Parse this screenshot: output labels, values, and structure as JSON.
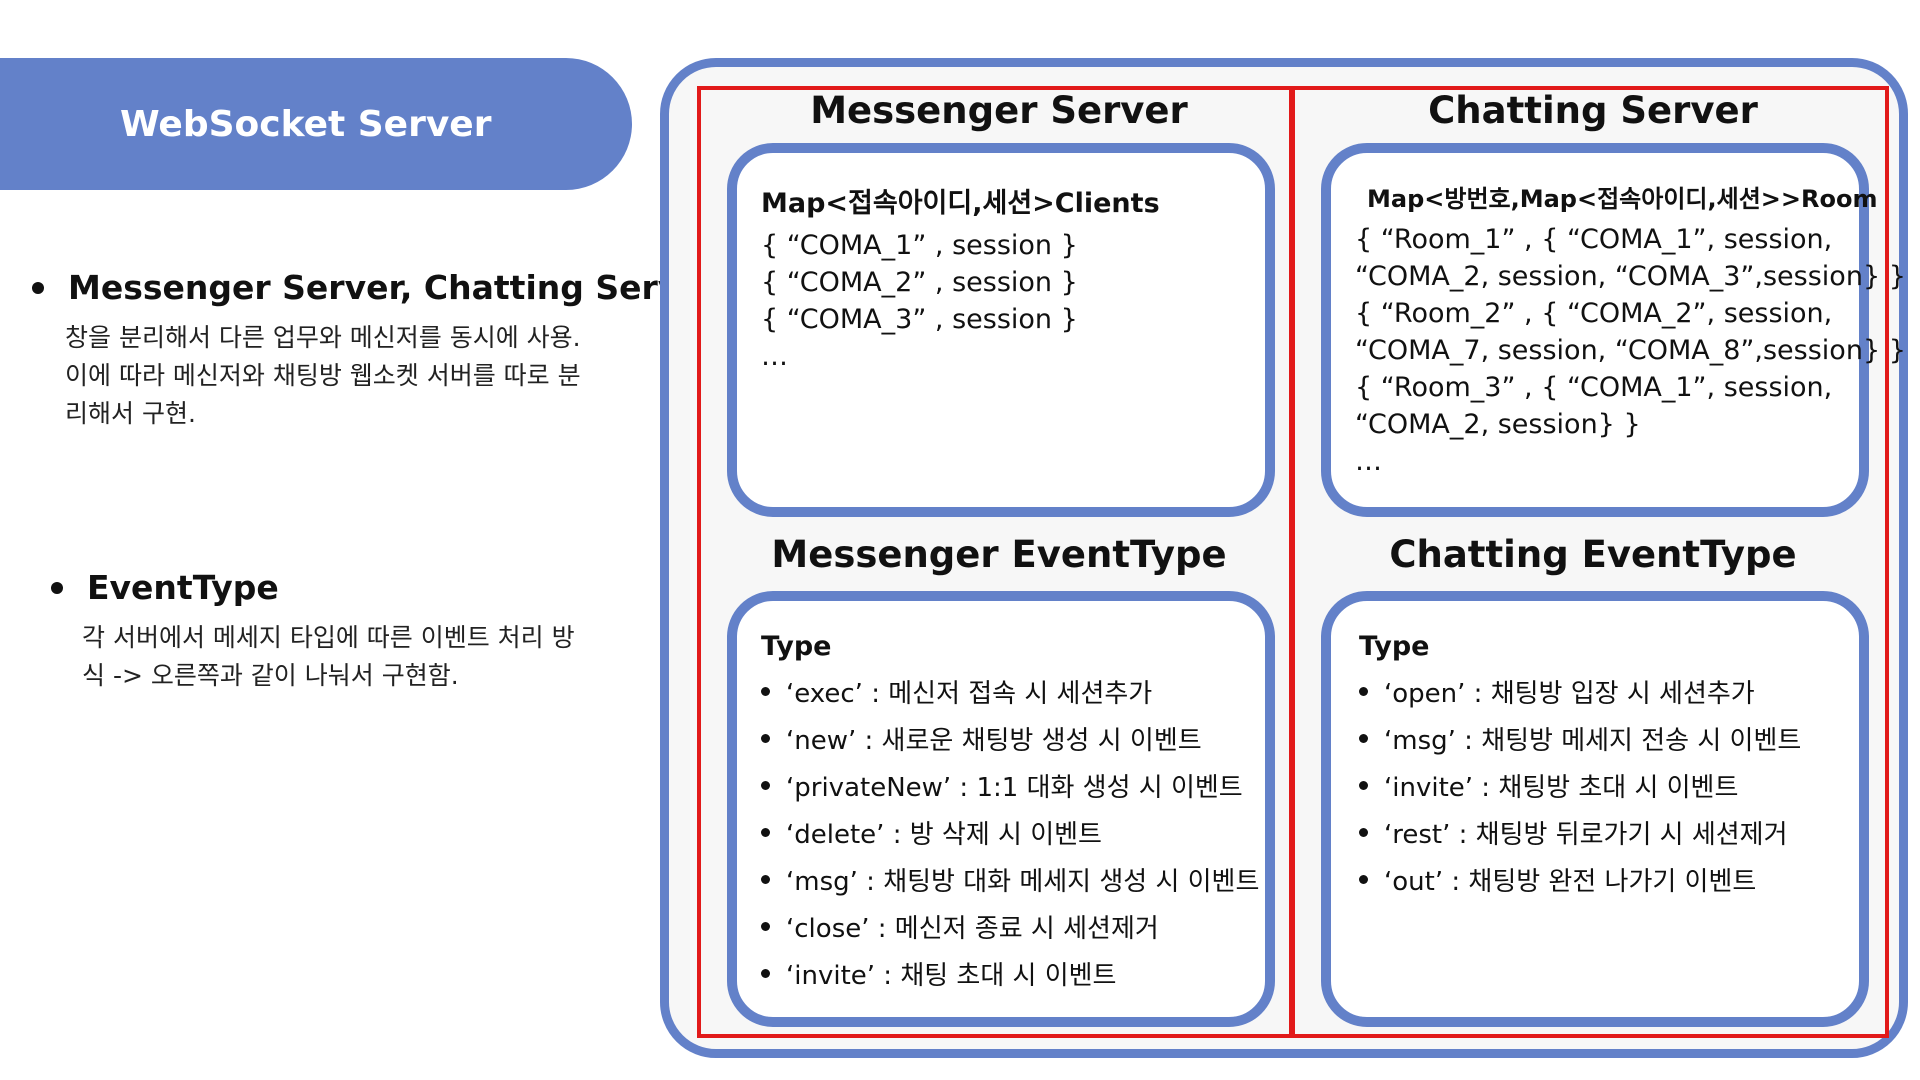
{
  "title": "WebSocket Server",
  "left": {
    "sections": [
      {
        "heading": "Messenger Server, Chatting Server",
        "lines": [
          "창을 분리해서 다른 업무와 메신저를 동시에 사용.",
          "이에 따라 메신저와 채팅방 웹소켓 서버를 따로 분",
          "리해서 구현."
        ]
      },
      {
        "heading": "EventType",
        "lines": [
          "각 서버에서 메세지 타입에 따른 이벤트 처리 방",
          "식 -> 오른쪽과 같이 나눠서 구현함."
        ]
      }
    ]
  },
  "messenger_server": {
    "title": "Messenger Server",
    "map_label": "Map<접속아이디,세션>Clients",
    "lines": [
      "{ “COMA_1” , session }",
      "{ “COMA_2” , session }",
      "{ “COMA_3” , session }",
      "…"
    ]
  },
  "chatting_server": {
    "title": "Chatting Server",
    "map_label": "Map<방번호,Map<접속아이디,세션>>Room",
    "lines": [
      "{ “Room_1” , { “COMA_1”, session,",
      "“COMA_2, session, “COMA_3”,session} }",
      "{ “Room_2” , { “COMA_2”, session,",
      "“COMA_7, session, “COMA_8”,session} }",
      "{ “Room_3” , { “COMA_1”, session,",
      "“COMA_2, session} }",
      "…"
    ]
  },
  "messenger_eventtype": {
    "title": "Messenger EventType",
    "type_label": "Type",
    "items": [
      "‘exec’ : 메신저 접속 시 세션추가",
      "‘new’ : 새로운 채팅방 생성 시 이벤트",
      "‘privateNew’ : 1:1 대화 생성 시 이벤트",
      "‘delete’ : 방 삭제 시 이벤트",
      "‘msg’ : 채팅방 대화 메세지 생성 시 이벤트",
      "‘close’ : 메신저 종료 시 세션제거",
      "‘invite’ : 채팅 초대 시 이벤트"
    ]
  },
  "chatting_eventtype": {
    "title": "Chatting EventType",
    "type_label": "Type",
    "items": [
      "‘open’ : 채팅방 입장 시 세션추가",
      "‘msg’ : 채팅방 메세지 전송 시 이벤트",
      "‘invite’ : 채팅방 초대 시 이벤트",
      "‘rest’ : 채팅방 뒤로가기 시 세션제거",
      "‘out’ : 채팅방 완전 나가기 이벤트"
    ]
  },
  "colors": {
    "accent_blue": "#6381c9",
    "frame_red": "#e21a1a",
    "panel_bg": "#f7f7f7"
  }
}
